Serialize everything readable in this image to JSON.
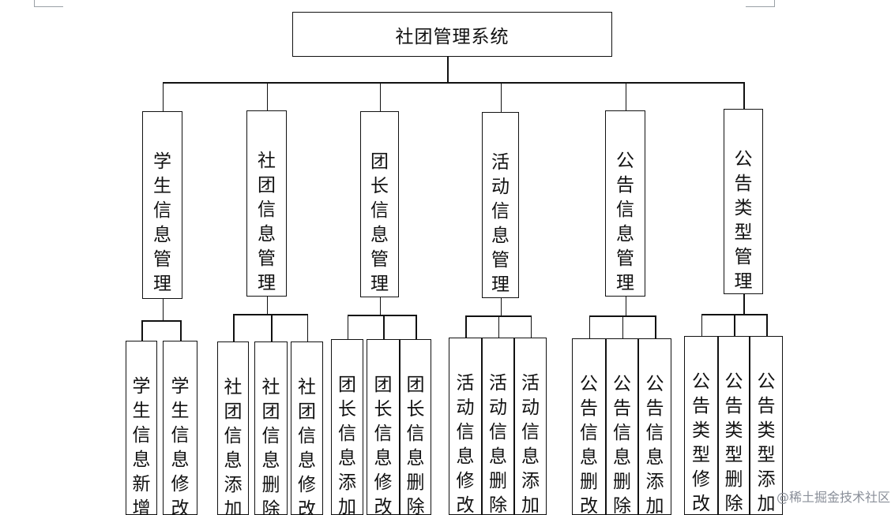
{
  "root": {
    "label": "社团管理系统"
  },
  "modules": [
    {
      "label": "学生信息管理",
      "children": [
        "学生信息新增",
        "学生信息修改"
      ]
    },
    {
      "label": "社团信息管理",
      "children": [
        "社团信息添加",
        "社团信息删除",
        "社团信息修改"
      ]
    },
    {
      "label": "团长信息管理",
      "children": [
        "团长信息添加",
        "团长信息修改",
        "团长信息删除"
      ]
    },
    {
      "label": "活动信息管理",
      "children": [
        "活动信息修改",
        "活动信息删除",
        "活动信息添加"
      ]
    },
    {
      "label": "公告信息管理",
      "children": [
        "公告信息删改",
        "公告信息删除",
        "公告信息添加"
      ]
    },
    {
      "label": "公告类型管理",
      "children": [
        "公告类型修改",
        "公告类型删除",
        "公告类型添加"
      ]
    }
  ],
  "watermark": "@稀土掘金技术社区"
}
